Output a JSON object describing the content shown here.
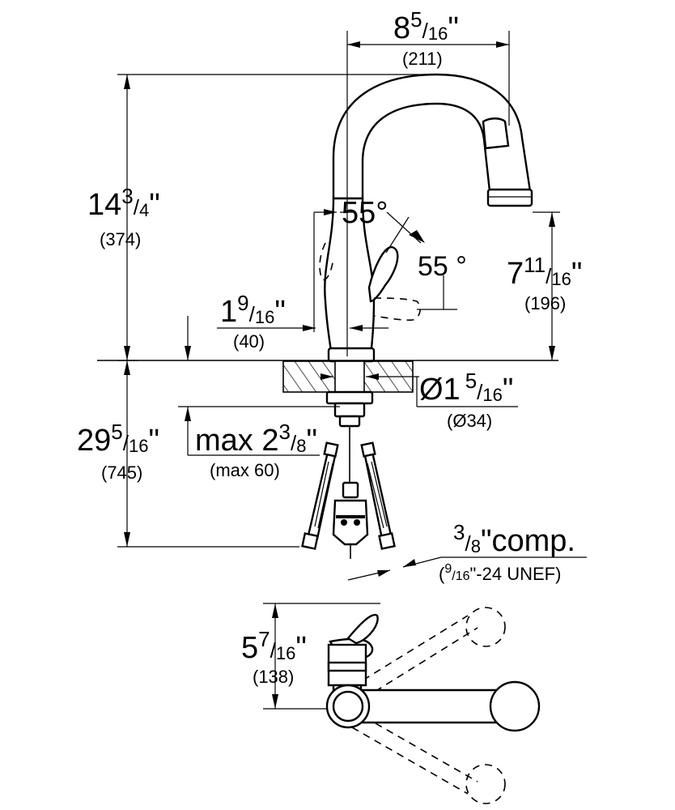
{
  "dimensions": {
    "spout_reach": {
      "whole": "8",
      "num": "5",
      "den": "16",
      "mark": "\"",
      "metric": "(211)"
    },
    "total_height": {
      "whole": "14",
      "num": "3",
      "den": "4",
      "mark": "\"",
      "metric": "(374)"
    },
    "spout_height": {
      "whole": "7",
      "num": "11",
      "den": "16",
      "mark": "\"",
      "metric": "(196)"
    },
    "handle_clearance": {
      "whole": "1",
      "num": "9",
      "den": "16",
      "mark": "\"",
      "metric": "(40)"
    },
    "hole_diameter": {
      "whole": "Ø1",
      "num": "5",
      "den": "16",
      "mark": "\"",
      "metric": "(Ø34)"
    },
    "hose_length": {
      "whole": "29",
      "num": "5",
      "den": "16",
      "mark": "\"",
      "metric": "(745)"
    },
    "max_deck": {
      "whole": "max 2",
      "num": "3",
      "den": "8",
      "mark": "\"",
      "metric": "(max 60)"
    },
    "connection": {
      "num": "3",
      "den": "8",
      "suffix": "\"comp.",
      "sub_open": "(",
      "sub_num": "9",
      "sub_den": "16",
      "sub_rest": "\"-24 UNEF)"
    },
    "top_view_depth": {
      "whole": "5",
      "num": "7",
      "den": "16",
      "mark": "\"",
      "metric": "(138)"
    }
  },
  "angles": {
    "handle_back": "55°",
    "handle_forward": "55 °"
  }
}
